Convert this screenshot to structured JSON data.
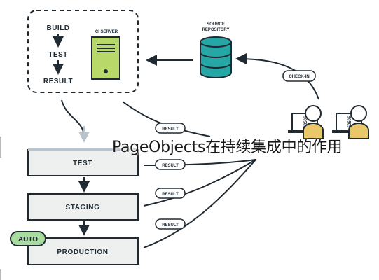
{
  "pipeline": {
    "steps": [
      "BUILD",
      "TEST",
      "RESULT"
    ],
    "ci_server": "CI SERVER",
    "source_repository": [
      "SOURCE",
      "REPOSITORY"
    ],
    "check_in": "CHECK-IN",
    "result_labels": [
      "RESULT",
      "RESULT",
      "RESULT",
      "RESULT"
    ],
    "stages": [
      "TEST",
      "STAGING",
      "PRODUCTION"
    ],
    "auto_badge": "AUTO"
  },
  "developers": [
    "50505",
    "50505"
  ],
  "watermark": "PageObjects在持续集成中的作用",
  "colors": {
    "dark": "#1f2a33",
    "teal": "#26a6a4",
    "green": "#b9d86a",
    "gold": "#e8c86a",
    "auto_green": "#a8dc9f",
    "stage_fill": "#eef0f0"
  }
}
